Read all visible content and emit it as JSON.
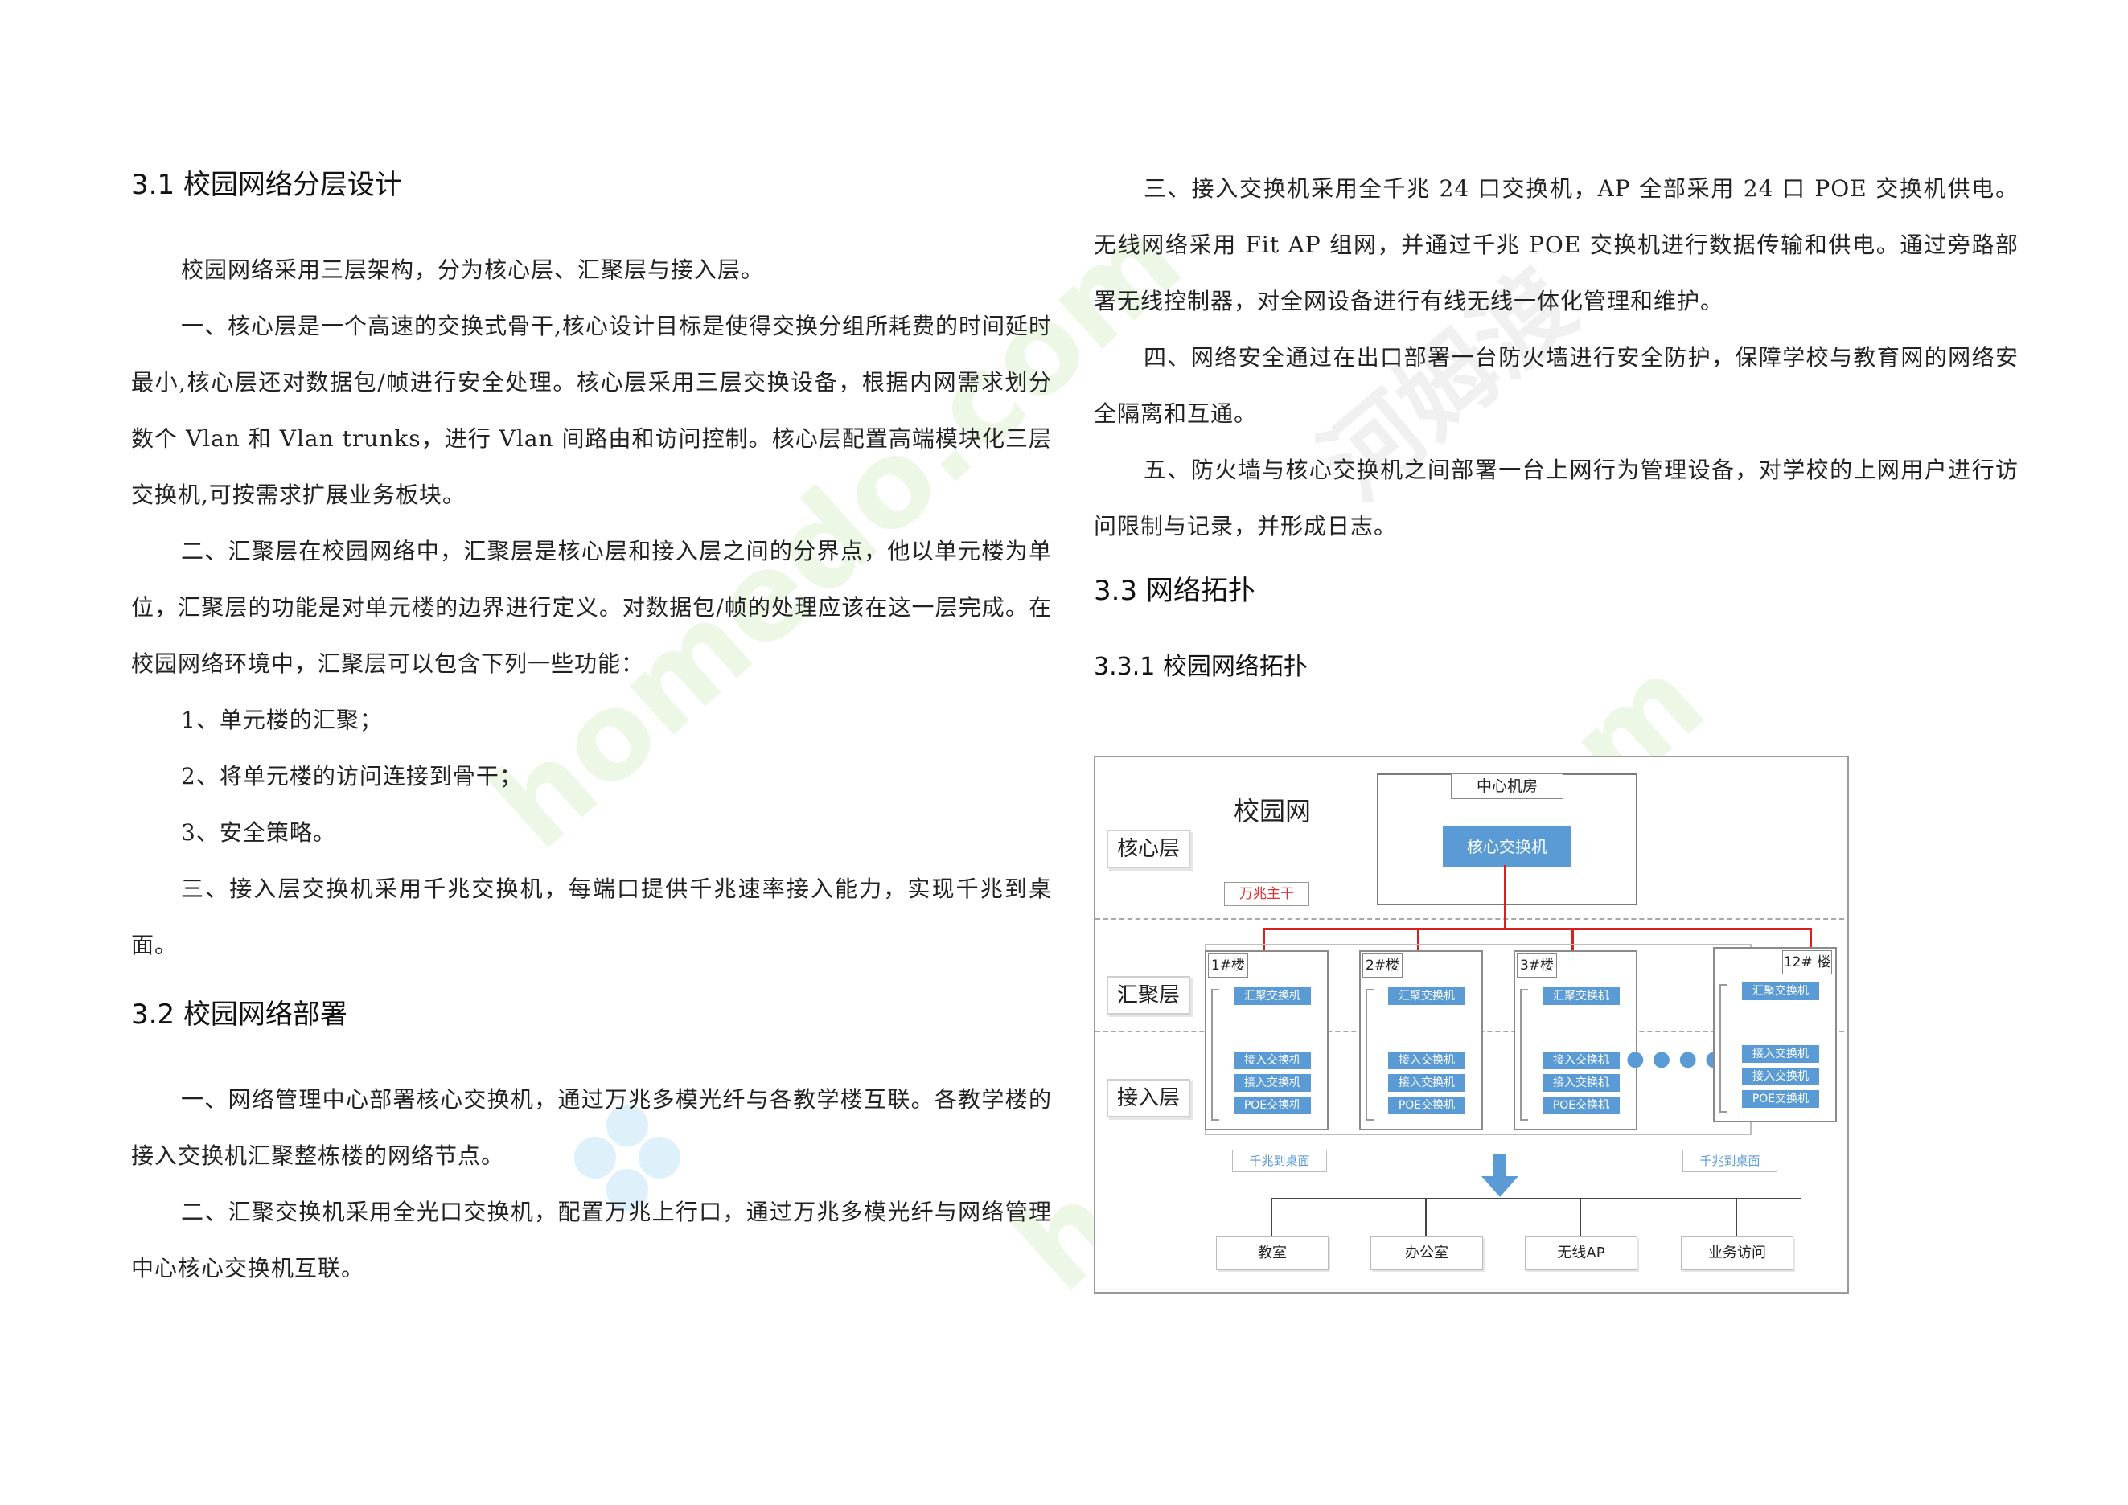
{
  "left": {
    "s1_title": "3.1 校园网络分层设计",
    "s1_p0": "校园网络采用三层架构，分为核心层、汇聚层与接入层。",
    "s1_p1": "一、核心层是一个高速的交换式骨干,核心设计目标是使得交换分组所耗费的时间延时最小,核心层还对数据包/帧进行安全处理。核心层采用三层交换设备，根据内网需求划分数个 Vlan 和 Vlan trunks，进行 Vlan 间路由和访问控制。核心层配置高端模块化三层交换机,可按需求扩展业务板块。",
    "s1_p2": "二、汇聚层在校园网络中，汇聚层是核心层和接入层之间的分界点，他以单元楼为单位，汇聚层的功能是对单元楼的边界进行定义。对数据包/帧的处理应该在这一层完成。在校园网络环境中，汇聚层可以包含下列一些功能：",
    "s1_i1": "1、单元楼的汇聚；",
    "s1_i2": "2、将单元楼的访问连接到骨干；",
    "s1_i3": "3、安全策略。",
    "s1_p3": "三、接入层交换机采用千兆交换机，每端口提供千兆速率接入能力，实现千兆到桌面。",
    "s2_title": "3.2 校园网络部署",
    "s2_p1": "一、网络管理中心部署核心交换机，通过万兆多模光纤与各教学楼互联。各教学楼的接入交换机汇聚整栋楼的网络节点。",
    "s2_p2": "二、汇聚交换机采用全光口交换机，配置万兆上行口，通过万兆多模光纤与网络管理中心核心交换机互联。"
  },
  "right": {
    "p3": "三、接入交换机采用全千兆 24 口交换机，AP 全部采用 24 口 POE 交换机供电。无线网络采用 Fit AP 组网，并通过千兆 POE 交换机进行数据传输和供电。通过旁路部署无线控制器，对全网设备进行有线无线一体化管理和维护。",
    "p4": "四、网络安全通过在出口部署一台防火墙进行安全防护，保障学校与教育网的网络安全隔离和互通。",
    "p5": "五、防火墙与核心交换机之间部署一台上网行为管理设备，对学校的上网用户进行访问限制与记录，并形成日志。",
    "s3_title": "3.3 网络拓扑",
    "s331_title": "3.3.1 校园网络拓扑"
  },
  "diagram": {
    "title": "校园网",
    "layers": {
      "core": "核心层",
      "aggregation": "汇聚层",
      "access": "接入层"
    },
    "datacenter": "中心机房",
    "core_switch": "核心交换机",
    "backbone": "万兆主干",
    "buildings": [
      {
        "label": "1#楼",
        "agg": "汇聚交换机",
        "acc1": "接入交换机",
        "acc2": "接入交换机",
        "poe": "POE交换机"
      },
      {
        "label": "2#楼",
        "agg": "汇聚交换机",
        "acc1": "接入交换机",
        "acc2": "接入交换机",
        "poe": "POE交换机"
      },
      {
        "label": "3#楼",
        "agg": "汇聚交换机",
        "acc1": "接入交换机",
        "acc2": "接入交换机",
        "poe": "POE交换机"
      },
      {
        "label": "12# 楼",
        "agg": "汇聚交换机",
        "acc1": "接入交换机",
        "acc2": "接入交换机",
        "poe": "POE交换机"
      }
    ],
    "gigabit_left": "千兆到桌面",
    "gigabit_right": "千兆到桌面",
    "endpoints": [
      "教室",
      "办公室",
      "无线AP",
      "业务访问"
    ]
  },
  "watermark": {
    "brand": "homedo.com",
    "cn": "河姆渡"
  },
  "colors": {
    "switch_blue": "#5b9bd5",
    "backbone_red": "#d92020"
  }
}
